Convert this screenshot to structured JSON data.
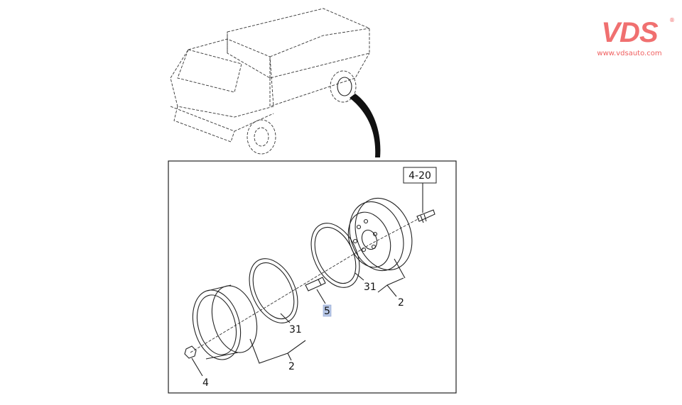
{
  "logo": {
    "brand": "VDS",
    "registered": "®",
    "url": "www.vdsauto.com",
    "color": "#f07070"
  },
  "callouts": {
    "ref_box": "4-20",
    "inner_seal": "31",
    "inner_wheel": "2",
    "stud": "5",
    "outer_seal": "31",
    "outer_wheel": "2",
    "nut": "4"
  },
  "highlight_color": "#b8c8e8"
}
